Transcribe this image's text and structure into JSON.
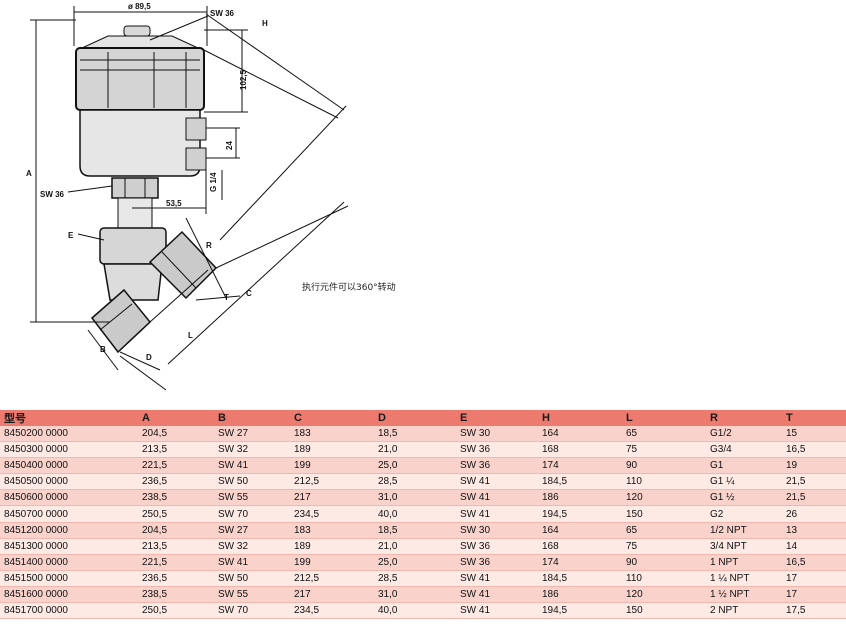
{
  "drawing": {
    "labels": {
      "diameter": "ø 89,5",
      "sw_top": "SW 36",
      "h": "H",
      "dim_102": "102,5",
      "dim_24": "24",
      "port": "G 1/4",
      "a": "A",
      "sw_mid": "SW 36",
      "dim_53": "53,5",
      "e": "E",
      "r": "R",
      "c": "C",
      "t": "T",
      "l": "L",
      "b": "B",
      "d": "D"
    },
    "note": "执行元件可以360°转动"
  },
  "table": {
    "headers": [
      "型号",
      "A",
      "B",
      "C",
      "D",
      "E",
      "H",
      "L",
      "R",
      "T"
    ],
    "rows": [
      [
        "8450200 0000",
        "204,5",
        "SW 27",
        "183",
        "18,5",
        "SW 30",
        "164",
        "65",
        "G1/2",
        "15"
      ],
      [
        "8450300 0000",
        "213,5",
        "SW 32",
        "189",
        "21,0",
        "SW 36",
        "168",
        "75",
        "G3/4",
        "16,5"
      ],
      [
        "8450400 0000",
        "221,5",
        "SW 41",
        "199",
        "25,0",
        "SW 36",
        "174",
        "90",
        "G1",
        "19"
      ],
      [
        "8450500 0000",
        "236,5",
        "SW 50",
        "212,5",
        "28,5",
        "SW 41",
        "184,5",
        "110",
        "G1 ¼",
        "21,5"
      ],
      [
        "8450600 0000",
        "238,5",
        "SW 55",
        "217",
        "31,0",
        "SW 41",
        "186",
        "120",
        "G1 ½",
        "21,5"
      ],
      [
        "8450700 0000",
        "250,5",
        "SW 70",
        "234,5",
        "40,0",
        "SW 41",
        "194,5",
        "150",
        "G2",
        "26"
      ],
      [
        "8451200 0000",
        "204,5",
        "SW 27",
        "183",
        "18,5",
        "SW 30",
        "164",
        "65",
        "1/2 NPT",
        "13"
      ],
      [
        "8451300 0000",
        "213,5",
        "SW 32",
        "189",
        "21,0",
        "SW 36",
        "168",
        "75",
        "3/4 NPT",
        "14"
      ],
      [
        "8451400 0000",
        "221,5",
        "SW 41",
        "199",
        "25,0",
        "SW 36",
        "174",
        "90",
        "1 NPT",
        "16,5"
      ],
      [
        "8451500 0000",
        "236,5",
        "SW 50",
        "212,5",
        "28,5",
        "SW 41",
        "184,5",
        "110",
        "1 ¼ NPT",
        "17"
      ],
      [
        "8451600 0000",
        "238,5",
        "SW 55",
        "217",
        "31,0",
        "SW 41",
        "186",
        "120",
        "1 ½ NPT",
        "17"
      ],
      [
        "8451700 0000",
        "250,5",
        "SW 70",
        "234,5",
        "40,0",
        "SW 41",
        "194,5",
        "150",
        "2 NPT",
        "17,5"
      ]
    ]
  }
}
